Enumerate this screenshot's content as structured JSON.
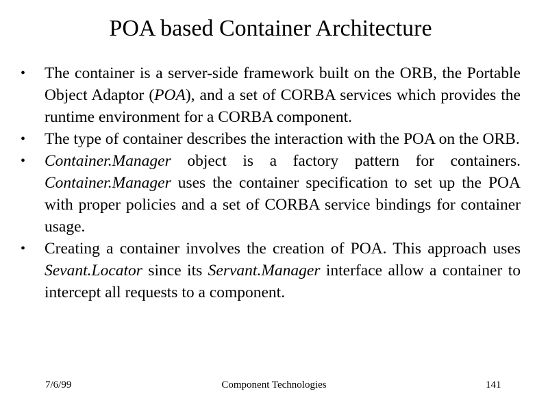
{
  "slide": {
    "title": "POA based Container Architecture",
    "bullet_glyph": "•",
    "bullets": [
      {
        "t1": "The container is a server-side framework built on the ORB, the Portable Object Adaptor (",
        "i1": "POA",
        "t2": "), and a set of CORBA services which provides the runtime environment for a CORBA component."
      },
      {
        "t1": "The type of container describes the interaction with the POA on the ORB."
      },
      {
        "i1": "Container.Manager",
        "t1": " object is a factory pattern for containers. ",
        "i2": "Container.Manager",
        "t2": " uses the container specification to set up the POA with proper policies and a set of CORBA service bindings for container usage."
      },
      {
        "t1": "Creating a container involves the creation of POA. This approach uses ",
        "i1": "Sevant.Locator",
        "t2": " since its ",
        "i2": "Servant.Manager",
        "t3": " interface allow a container to intercept all requests to a component."
      }
    ],
    "footer": {
      "date": "7/6/99",
      "center": "Component Technologies",
      "page": "141"
    }
  }
}
